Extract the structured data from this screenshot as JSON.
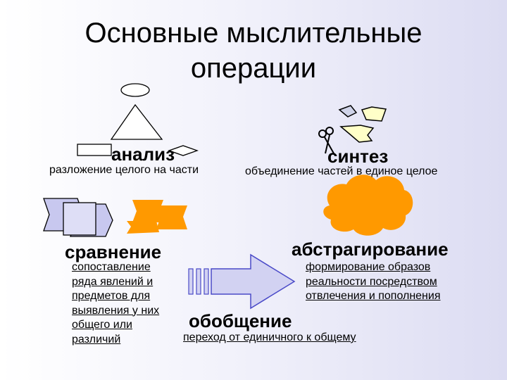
{
  "title": {
    "line1": "Основные мыслительные",
    "line2": "операции"
  },
  "operations": {
    "analysis": {
      "name": "анализ",
      "description": "разложение целого на части"
    },
    "synthesis": {
      "name": "синтез",
      "description": "объединение частей в единое целое"
    },
    "comparison": {
      "name": "сравнение",
      "description_lines": [
        "сопоставление",
        "ряда явлений и",
        "предметов для",
        "выявления у них",
        "общего  или",
        "различий"
      ]
    },
    "abstraction": {
      "name": "абстрагирование",
      "description_lines": [
        "формирование образов",
        "реальности посредством",
        "отвлечения и пополнения"
      ]
    },
    "generalization": {
      "name": "обобщение",
      "description": "переход от единичного к общему"
    }
  },
  "colors": {
    "shape_fill": "#ffffff",
    "comparison_fill": "#c8c8ef",
    "orange_fill": "#ff9900",
    "arrow_fill": "#d2d2f2",
    "scrap_fill": "#ffffc8"
  },
  "icons": [
    "scissors-icon",
    "paper-scrap-icon"
  ]
}
